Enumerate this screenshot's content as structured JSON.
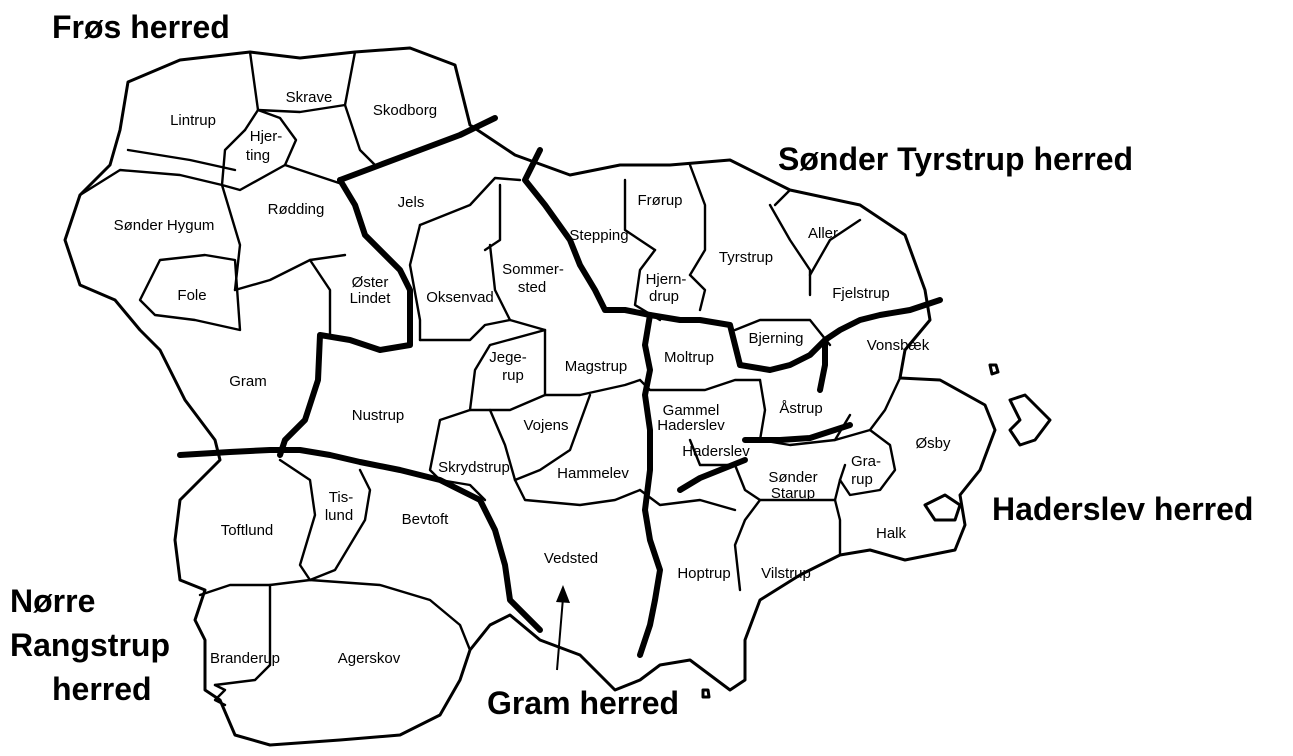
{
  "herreder": {
    "fros": "Frøs herred",
    "sonder_tyrstrup": "Sønder Tyrstrup herred",
    "haderslev": "Haderslev herred",
    "norre_rangstrup_1": "Nørre",
    "norre_rangstrup_2": "Rangstrup",
    "norre_rangstrup_3": "herred",
    "gram": "Gram herred"
  },
  "parishes": {
    "lintrup": "Lintrup",
    "skrave": "Skrave",
    "skodborg": "Skodborg",
    "hjerting_1": "Hjer-",
    "hjerting_2": "ting",
    "sonder_hygum": "Sønder Hygum",
    "rodding": "Rødding",
    "jels": "Jels",
    "fole": "Fole",
    "oster_lindet_1": "Øster",
    "oster_lindet_2": "Lindet",
    "oksenvad": "Oksenvad",
    "sommersted_1": "Sommer-",
    "sommersted_2": "sted",
    "stepping": "Stepping",
    "frorup": "Frørup",
    "tyrstrup": "Tyrstrup",
    "aller": "Aller",
    "fjelstrup": "Fjelstrup",
    "hjerndrup_1": "Hjern-",
    "hjerndrup_2": "drup",
    "bjerning": "Bjerning",
    "vonsbaek": "Vonsbæk",
    "gram": "Gram",
    "nustrup": "Nustrup",
    "jegerup_1": "Jege-",
    "jegerup_2": "rup",
    "magstrup": "Magstrup",
    "moltrup": "Moltrup",
    "gammel_haderslev_1": "Gammel",
    "gammel_haderslev_2": "Haderslev",
    "astrup": "Åstrup",
    "osby": "Øsby",
    "vojens": "Vojens",
    "haderslev": "Haderslev",
    "skrydstrup": "Skrydstrup",
    "hammelev": "Hammelev",
    "sonder_starup_1": "Sønder",
    "sonder_starup_2": "Starup",
    "grarup_1": "Gra-",
    "grarup_2": "rup",
    "tislund_1": "Tis-",
    "tislund_2": "lund",
    "toftlund": "Toftlund",
    "bevtoft": "Bevtoft",
    "vedsted": "Vedsted",
    "hoptrup": "Hoptrup",
    "vilstrup": "Vilstrup",
    "halk": "Halk",
    "branderup": "Branderup",
    "agerskov": "Agerskov"
  },
  "colors": {
    "ink": "#000000",
    "paper": "#ffffff"
  }
}
